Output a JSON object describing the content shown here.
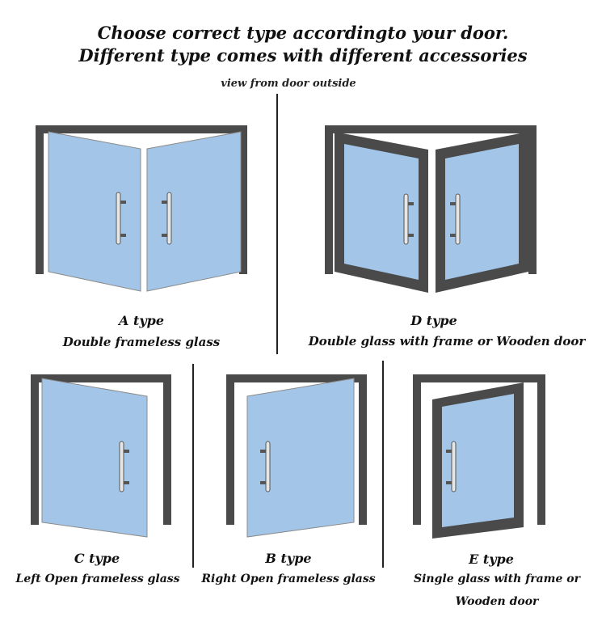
{
  "header": {
    "line1": "Choose correct type accordingto your door.",
    "line2": "Different type comes with different accessories",
    "view_note": "view from door outside"
  },
  "types": {
    "a": {
      "name": "A type",
      "desc": "Double frameless glass"
    },
    "d": {
      "name": "D type",
      "desc": "Double glass with frame or Wooden door"
    },
    "c": {
      "name": "C type",
      "desc": "Left Open frameless glass"
    },
    "b": {
      "name": "B type",
      "desc": "Right Open frameless glass"
    },
    "e": {
      "name": "E type",
      "desc_line1": "Single glass with frame or",
      "desc_line2": "Wooden door"
    }
  },
  "colors": {
    "frame": "#4a4a4a",
    "glass": "#a3c6e8",
    "glass_stroke": "#8a8a8a",
    "handle": "#e6e6e6",
    "handle_stroke": "#555555"
  }
}
